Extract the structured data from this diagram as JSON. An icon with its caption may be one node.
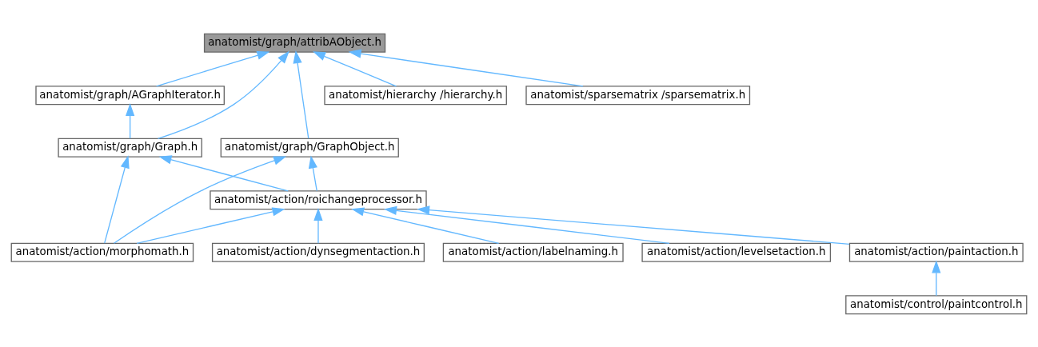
{
  "diagram": {
    "nodes": [
      {
        "text": [
          "anatomist/graph/attribAObject.h"
        ]
      },
      {
        "text": [
          "anatomist/graph/AGraphIterator.h"
        ]
      },
      {
        "text": [
          "anatomist/hierarchy /hierarchy.h"
        ]
      },
      {
        "text": [
          "anatomist/sparsematrix /sparsematrix.h"
        ]
      },
      {
        "text": [
          "anatomist/graph/GraphObject.h"
        ]
      },
      {
        "text": [
          "anatomist/graph/Graph.h"
        ]
      },
      {
        "text": [
          "anatomist/action/roichangeprocessor.h"
        ]
      },
      {
        "text": [
          "anatomist/action/morphomath.h"
        ]
      },
      {
        "text": [
          "anatomist/action/dynsegmentaction.h"
        ]
      },
      {
        "text": [
          "anatomist/action/labelnaming.h"
        ]
      },
      {
        "text": [
          "anatomist/action/levelsetaction.h"
        ]
      },
      {
        "text": [
          "anatomist/action/paintaction.h"
        ]
      },
      {
        "text": [
          "anatomist/control/paintcontrol.h"
        ]
      }
    ],
    "edges": [
      {
        "from": 4,
        "to": 0,
        "arrow": "to"
      },
      {
        "from": 5,
        "to": 0,
        "arrow": "to"
      },
      {
        "from": 1,
        "to": 0,
        "arrow": "to"
      },
      {
        "from": 2,
        "to": 0,
        "arrow": "to"
      },
      {
        "from": 3,
        "to": 0,
        "arrow": "to"
      },
      {
        "from": 5,
        "to": 1,
        "arrow": "to"
      },
      {
        "from": 7,
        "to": 4,
        "arrow": "to"
      },
      {
        "from": 6,
        "to": 4,
        "arrow": "to"
      },
      {
        "from": 7,
        "to": 5,
        "arrow": "to"
      },
      {
        "from": 6,
        "to": 5,
        "arrow": "to"
      },
      {
        "from": 7,
        "to": 6,
        "arrow": "to"
      },
      {
        "from": 8,
        "to": 6,
        "arrow": "to"
      },
      {
        "from": 9,
        "to": 6,
        "arrow": "to"
      },
      {
        "from": 10,
        "to": 6,
        "arrow": "to"
      },
      {
        "from": 11,
        "to": 6,
        "arrow": "to"
      },
      {
        "from": 12,
        "to": 11,
        "arrow": "to"
      }
    ]
  }
}
